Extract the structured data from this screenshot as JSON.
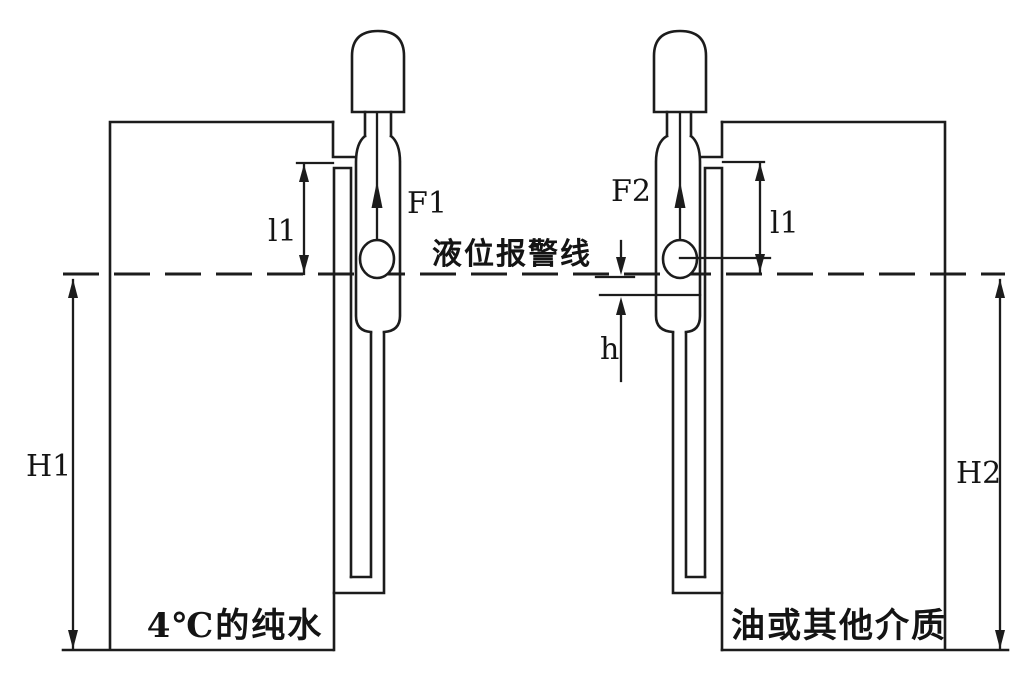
{
  "diagram": {
    "labels": {
      "alarm_line": "液位报警线",
      "left_tank": "4℃的纯水",
      "right_tank": "油或其他介质",
      "float_left": "F1",
      "float_right": "F2",
      "height_left": "H1",
      "height_right": "H2",
      "length_left": "l1",
      "length_right": "l1",
      "depth_h": "h"
    },
    "colors": {
      "line": "#1c1c1c",
      "background": "#ffffff"
    }
  }
}
